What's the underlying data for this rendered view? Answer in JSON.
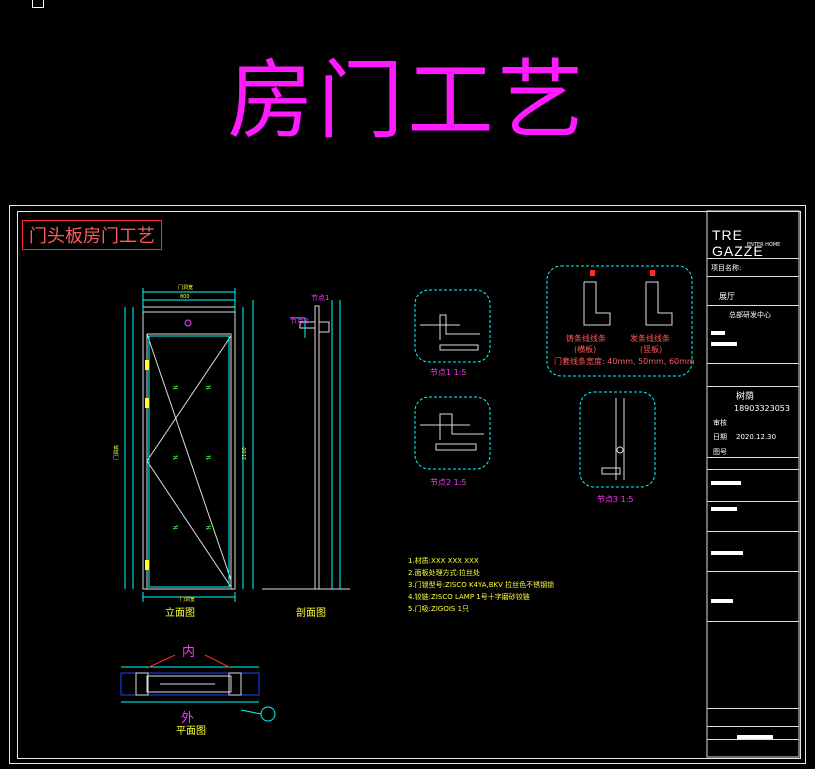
{
  "page_title": "房门工艺",
  "sheet_title": "门头板房门工艺",
  "views": {
    "elevation": "立面图",
    "section": "剖面图",
    "plan": "平面图",
    "plan_inside": "内",
    "plan_outside": "外"
  },
  "nodes": {
    "node1": "节点1  1:5",
    "node2": "节点2  1:5",
    "node3": "节点3  1:5"
  },
  "trim": {
    "left_label": "铸条线线条",
    "left_sub": "(横板)",
    "right_label": "发条线线条",
    "right_sub": "(竖板)",
    "width_note": "门套线条宽度: 40mm, 50mm, 60mm"
  },
  "notes": [
    "1.材质:XXX XXX XXX",
    "2.面板处理方式:拉丝处",
    "3.门锁型号:ZISCO K4YA,BKV 拉丝色不锈钢锁",
    "4.铰链:ZISCO LAMP 1号十字磨砂铰链",
    "5.门吸:ZIGOIS 1只"
  ],
  "title_block": {
    "brand": "TRE GAZZE",
    "brand_sub": "ENTER HOME",
    "project_label": "项目名称:",
    "project_name": "展厅",
    "center": "总部研发中心",
    "designer": "树荫",
    "phone": "18903323053",
    "date": "2020.12.30",
    "labels": [
      "审核",
      "日期",
      "图号"
    ]
  },
  "colors": {
    "accent": "#ff1bff",
    "lines": "#00ffff",
    "text": "#ffff33",
    "markers": "#ff2a2a"
  }
}
